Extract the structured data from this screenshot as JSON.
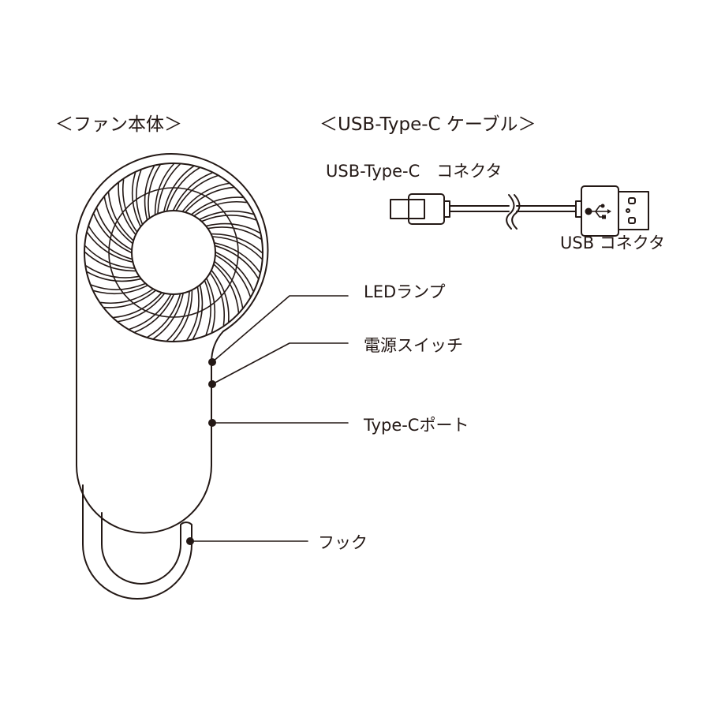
{
  "sections": {
    "fan_body": {
      "heading": "＜ファン本体＞"
    },
    "cable": {
      "heading": "＜USB-Type-C ケーブル＞"
    }
  },
  "fan_parts": {
    "led_lamp": "LEDランプ",
    "power_switch": "電源スイッチ",
    "type_c_port": "Type-Cポート",
    "hook": "フック"
  },
  "cable_parts": {
    "type_c_connector": "USB-Type-C　コネクタ",
    "usb_connector": "USB コネクタ"
  },
  "colors": {
    "line": "#231815",
    "background": "#ffffff"
  }
}
